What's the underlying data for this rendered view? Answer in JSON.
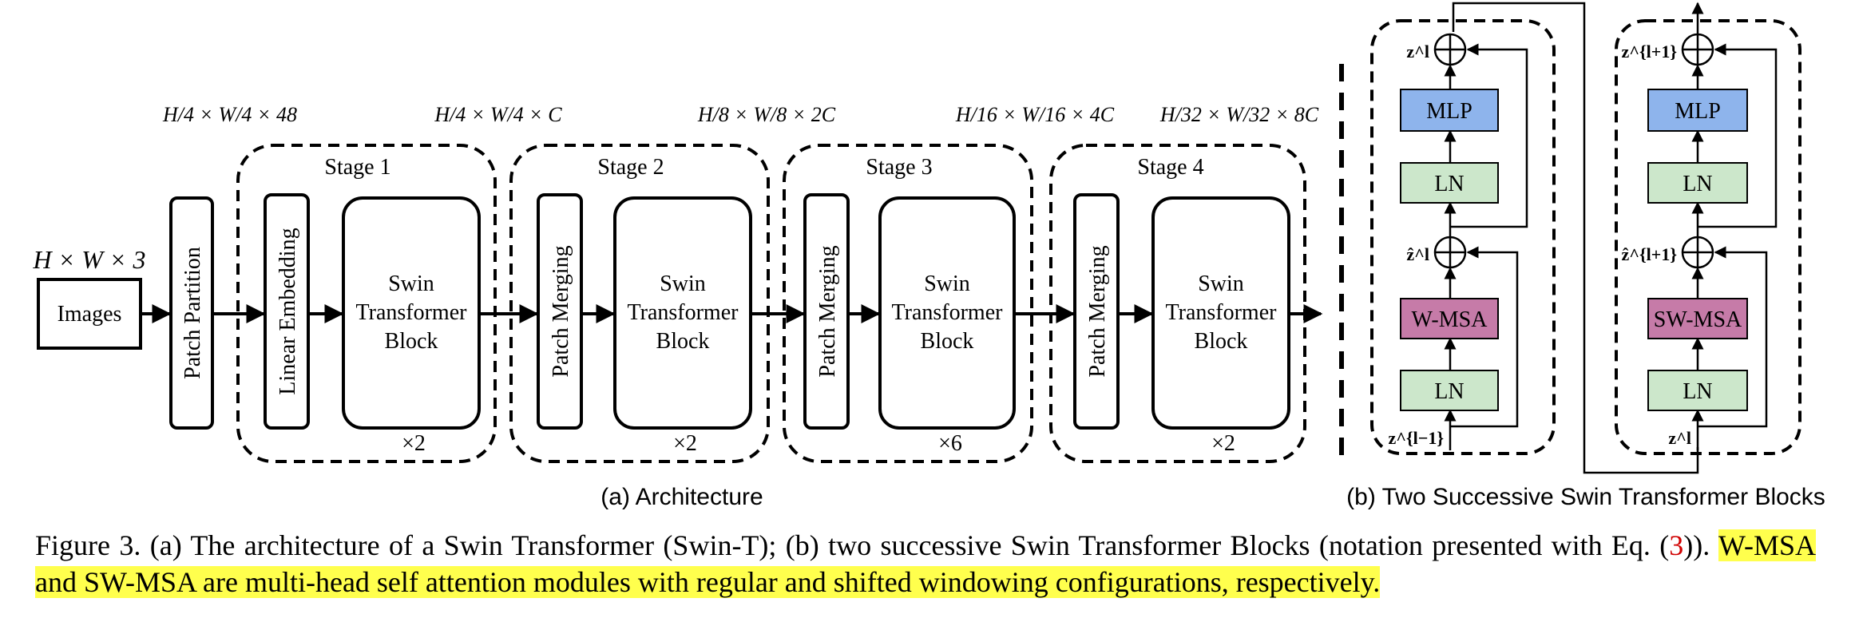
{
  "input": {
    "dims": "H × W × 3",
    "label": "Images"
  },
  "patch_partition": {
    "label": "Patch Partition"
  },
  "shapes": [
    "H/4 × W/4 × 48",
    "H/4 × W/4 × C",
    "H/8 × W/8 × 2C",
    "H/16 × W/16 × 4C",
    "H/32 × W/32 × 8C"
  ],
  "stages": [
    {
      "title": "Stage 1",
      "embed": "Linear Embedding",
      "block": [
        "Swin",
        "Transformer",
        "Block"
      ],
      "repeat": "×2"
    },
    {
      "title": "Stage 2",
      "embed": "Patch Merging",
      "block": [
        "Swin",
        "Transformer",
        "Block"
      ],
      "repeat": "×2"
    },
    {
      "title": "Stage 3",
      "embed": "Patch Merging",
      "block": [
        "Swin",
        "Transformer",
        "Block"
      ],
      "repeat": "×6"
    },
    {
      "title": "Stage 4",
      "embed": "Patch Merging",
      "block": [
        "Swin",
        "Transformer",
        "Block"
      ],
      "repeat": "×2"
    }
  ],
  "blocks": [
    {
      "out": "z^l",
      "mid": "ẑ^l",
      "in": "z^{l−1}",
      "mlp": "MLP",
      "ln": "LN",
      "attn": "W-MSA",
      "attn_color": "#c67ba8"
    },
    {
      "out": "z^{l+1}",
      "mid": "ẑ^{l+1}",
      "in": "z^l",
      "mlp": "MLP",
      "ln": "LN",
      "attn": "SW-MSA",
      "attn_color": "#c67ba8"
    }
  ],
  "colors": {
    "mlp": "#8eb4ec",
    "ln": "#cce7cb",
    "msa": "#c67ba8"
  },
  "subcaptions": {
    "a": "(a) Architecture",
    "b": "(b) Two Successive Swin Transformer Blocks"
  },
  "caption": {
    "prefix": "Figure 3. (a) The architecture of a Swin Transformer (Swin-T); (b) two successive Swin Transformer Blocks (notation presented with Eq. (",
    "eq_ref": "3",
    "mid": ")). ",
    "highlight": "W-MSA and SW-MSA are multi-head self attention modules with regular and shifted windowing configurations, respectively."
  }
}
